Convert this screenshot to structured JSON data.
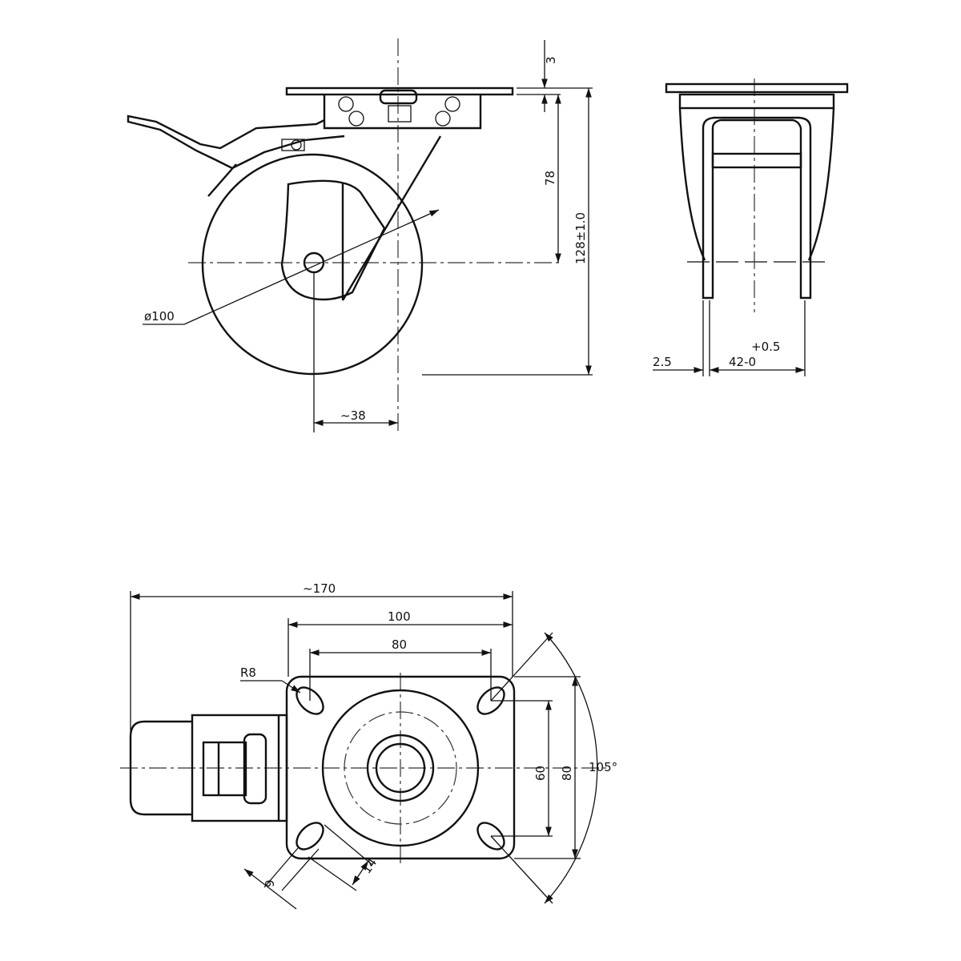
{
  "side_view": {
    "dim_plate_thickness": "3",
    "dim_axle_height": "78",
    "dim_total_height": "128±1.0",
    "dim_wheel_diameter": "ø100",
    "dim_offset": "~38"
  },
  "front_view": {
    "dim_wall": "2.5",
    "dim_width_tol": "+0.5",
    "dim_width": "42-0"
  },
  "top_view": {
    "dim_overall": "~170",
    "dim_plate_width": "100",
    "dim_hole_spacing_x": "80",
    "dim_radius": "R8",
    "dim_hole_spacing_y": "60",
    "dim_plate_depth": "80",
    "dim_swivel_angle": "105°",
    "dim_slot_width": "9",
    "dim_slot_length": "14"
  },
  "colors": {
    "line": "#111111",
    "background": "#ffffff"
  }
}
